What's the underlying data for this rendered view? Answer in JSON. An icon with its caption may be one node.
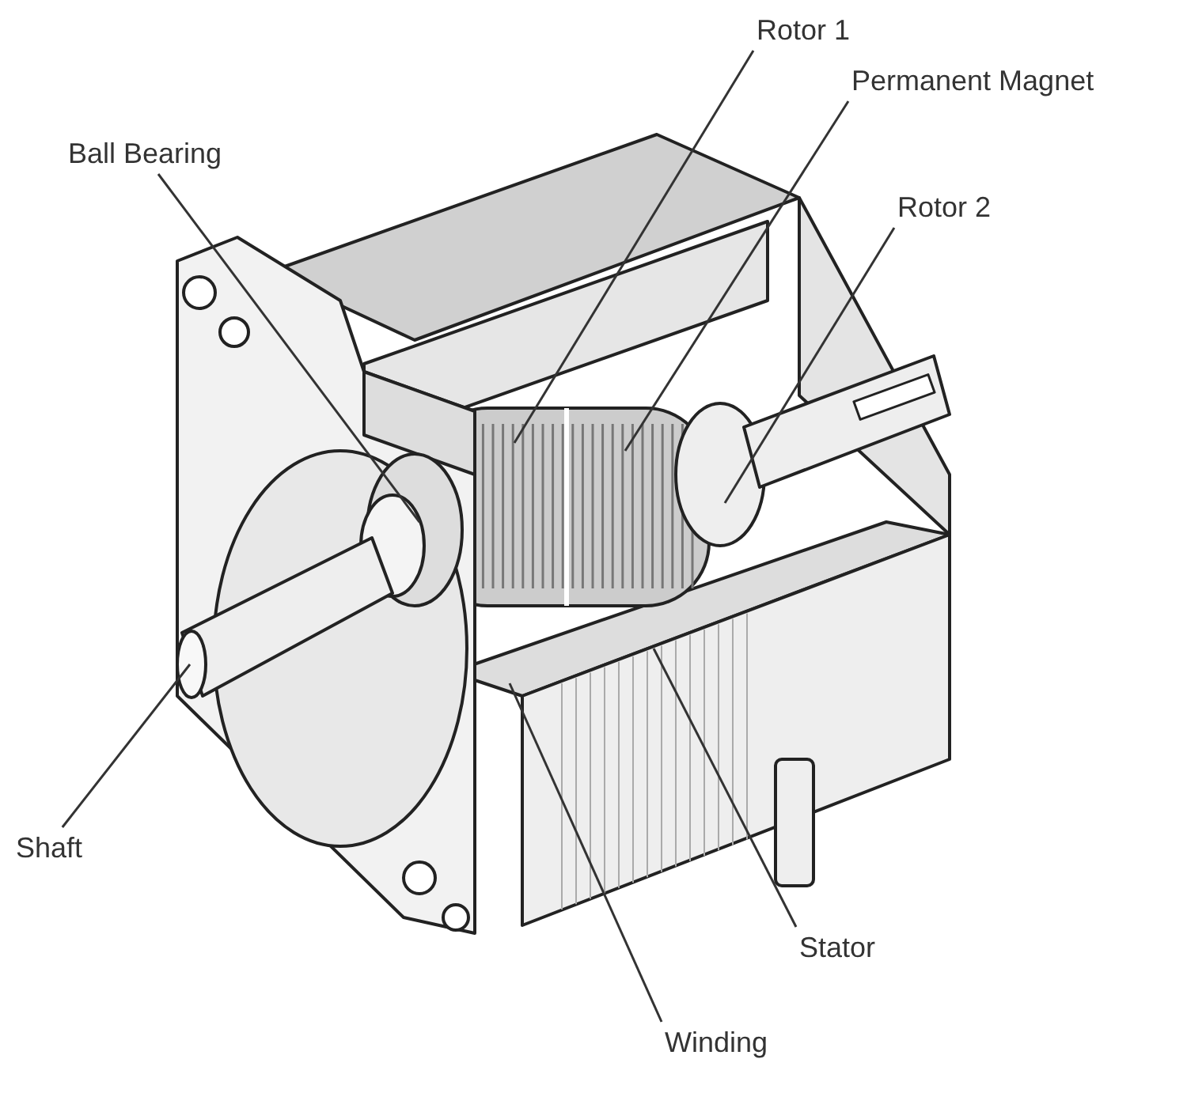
{
  "diagram": {
    "nodes": [
      {
        "text": [
          "Rotor 1"
        ]
      },
      {
        "text": [
          "Permanent Magnet"
        ]
      },
      {
        "text": [
          "Ball Bearing"
        ]
      },
      {
        "text": [
          "Rotor 2"
        ]
      },
      {
        "text": [
          "Shaft"
        ]
      },
      {
        "text": [
          "Stator"
        ]
      },
      {
        "text": [
          "Winding"
        ]
      }
    ],
    "edges": [
      {
        "from": 0,
        "to": null,
        "arrow": "none"
      },
      {
        "from": 1,
        "to": null,
        "arrow": "none"
      },
      {
        "from": 2,
        "to": null,
        "arrow": "none"
      },
      {
        "from": 3,
        "to": null,
        "arrow": "none"
      },
      {
        "from": 4,
        "to": null,
        "arrow": "none"
      },
      {
        "from": 5,
        "to": null,
        "arrow": "none"
      },
      {
        "from": 6,
        "to": null,
        "arrow": "none"
      }
    ]
  }
}
